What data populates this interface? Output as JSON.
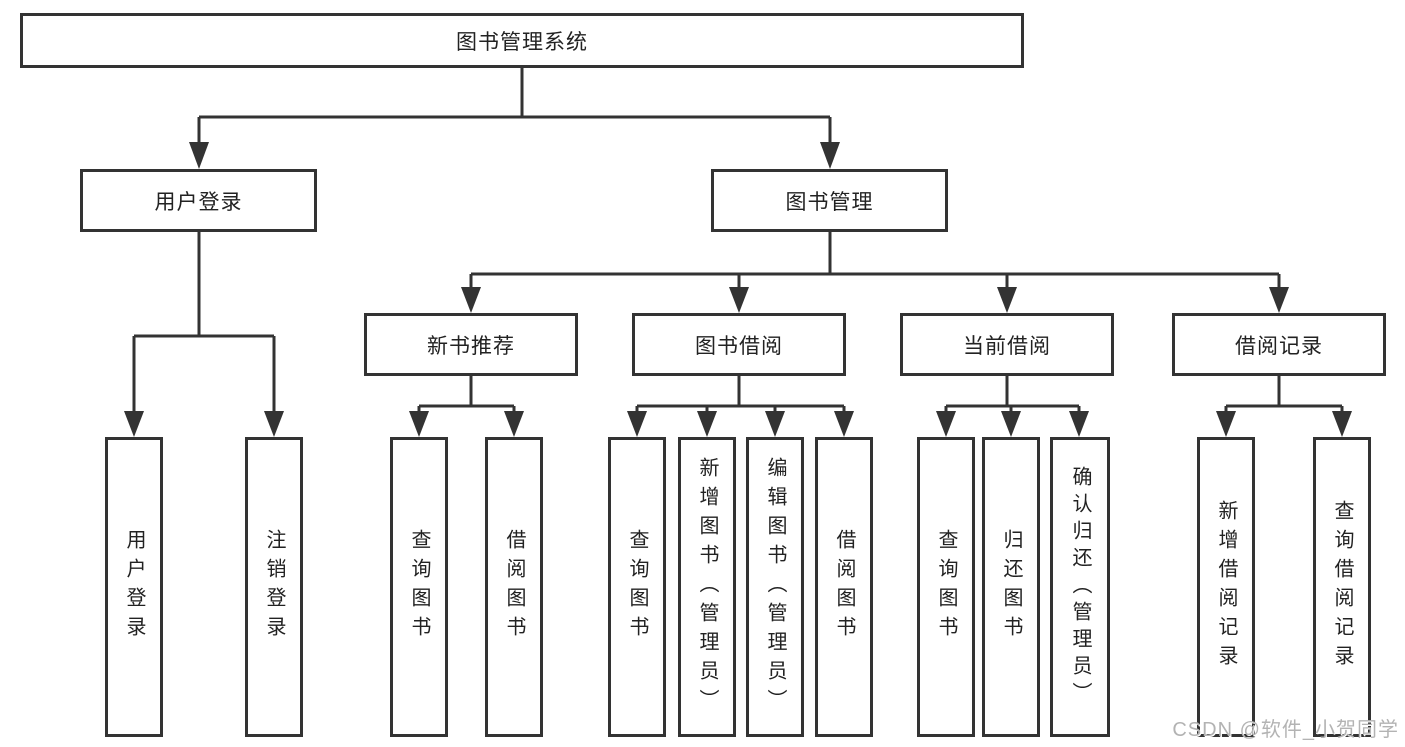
{
  "diagram": {
    "root": {
      "label": "图书管理系统"
    },
    "branches": [
      {
        "id": "user-login",
        "label": "用户登录",
        "children": [
          "用户登录",
          "注销登录"
        ]
      },
      {
        "id": "book-management",
        "label": "图书管理"
      }
    ],
    "modules": [
      {
        "id": "new-book-recommend",
        "label": "新书推荐",
        "children": [
          "查询图书",
          "借阅图书"
        ]
      },
      {
        "id": "book-borrow",
        "label": "图书借阅",
        "children": [
          "查询图书",
          "新增图书（管理员）",
          "编辑图书（管理员）",
          "借阅图书"
        ]
      },
      {
        "id": "current-borrow",
        "label": "当前借阅",
        "children": [
          "查询图书",
          "归还图书",
          "确认归还（管理员）"
        ]
      },
      {
        "id": "borrow-records",
        "label": "借阅记录",
        "children": [
          "新增借阅记录",
          "查询借阅记录"
        ]
      }
    ],
    "watermark": "CSDN @软件_小贺同学",
    "colors": {
      "line": "#333333",
      "box_border": "#333333",
      "text": "#222222",
      "watermark": "#b3b3b3",
      "background": "#ffffff"
    }
  }
}
